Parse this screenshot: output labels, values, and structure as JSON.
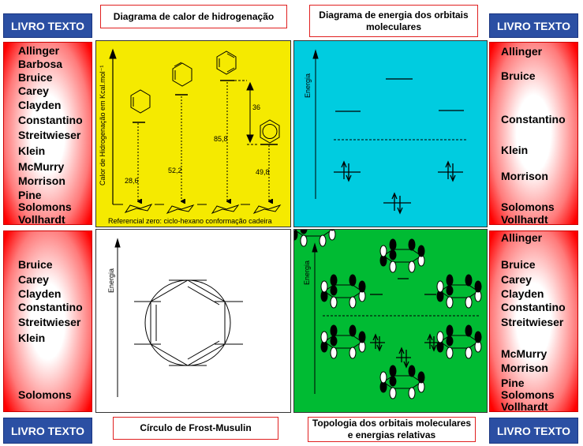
{
  "book_button_label": "LIVRO TEXTO",
  "titles": {
    "hydrogenation": "Diagrama de calor de hidrogenação",
    "mo_energy": "Diagrama de energia dos orbitais moleculares",
    "frost": "Círculo de Frost-Musulin",
    "topology": "Topologia dos orbitais moleculares e energias relativas"
  },
  "left_top_books": [
    "Allinger",
    "Barbosa",
    "Bruice",
    "Carey",
    "Clayden",
    "Constantino",
    "Streitwieser",
    "Klein",
    "McMurry",
    "Morrison",
    "Pine",
    "Solomons",
    "Vollhardt"
  ],
  "right_top_books": [
    "Allinger",
    "Bruice",
    "Constantino",
    "Klein",
    "Morrison",
    "Solomons",
    "Vollhardt"
  ],
  "left_bottom_books": [
    "Bruice",
    "Carey",
    "Clayden",
    "Constantino",
    "Streitwieser",
    "Klein",
    "Solomons"
  ],
  "right_bottom_books": [
    "Allinger",
    "Bruice",
    "Carey",
    "Clayden",
    "Constantino",
    "Streitwieser",
    "McMurry",
    "Morrison",
    "Pine",
    "Solomons",
    "Vollhardt"
  ],
  "hydrogenation": {
    "ylabel": "Calor de Hidrogenação em Kcal.mol⁻¹",
    "values": [
      "28,6",
      "52,2",
      "85,8",
      "49,8"
    ],
    "difference": "36",
    "footer": "Referencial zero: ciclo-hexano conformação cadeira"
  },
  "energy_label": "Energia",
  "colors": {
    "yellow": "#f5ea00",
    "cyan": "#00cce0",
    "green": "#00bb33",
    "button": "#2b4fa3"
  }
}
